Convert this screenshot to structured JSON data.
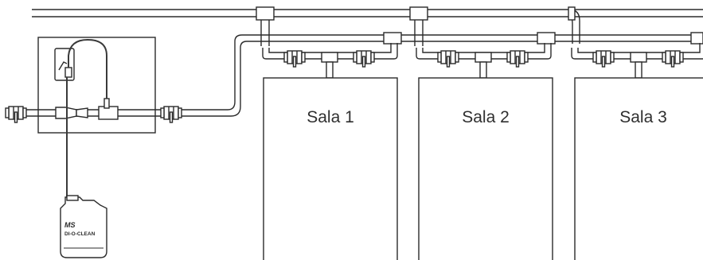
{
  "rooms": [
    {
      "label": "Sala 1"
    },
    {
      "label": "Sala 2"
    },
    {
      "label": "Sala 3"
    }
  ],
  "tank": {
    "brand_mark": "MS",
    "product_name": "DI-O-CLEAN"
  },
  "colors": {
    "line": "#2b2b2b",
    "background": "#ffffff",
    "tube": "#3a3a3a"
  }
}
